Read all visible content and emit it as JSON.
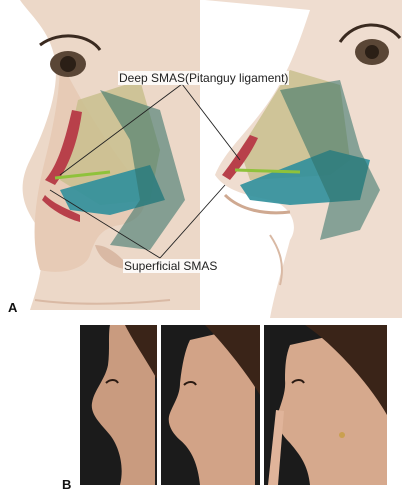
{
  "figure": {
    "panel_a": {
      "label": "A",
      "callout_deep": "Deep SMAS(Pitanguy ligament)",
      "callout_superficial": "Superficial SMAS"
    },
    "panel_b": {
      "label": "B"
    }
  },
  "colors": {
    "skin": "#ecd8c8",
    "skin_shadow": "#d9b9a4",
    "cartilage_tan": "#c9c08e",
    "teal": "#2f8f9b",
    "dark_teal": "#2f6f66",
    "red_muscle": "#b8404a",
    "green_band": "#8fc23b",
    "photo_bg": "#1b1b1b"
  }
}
